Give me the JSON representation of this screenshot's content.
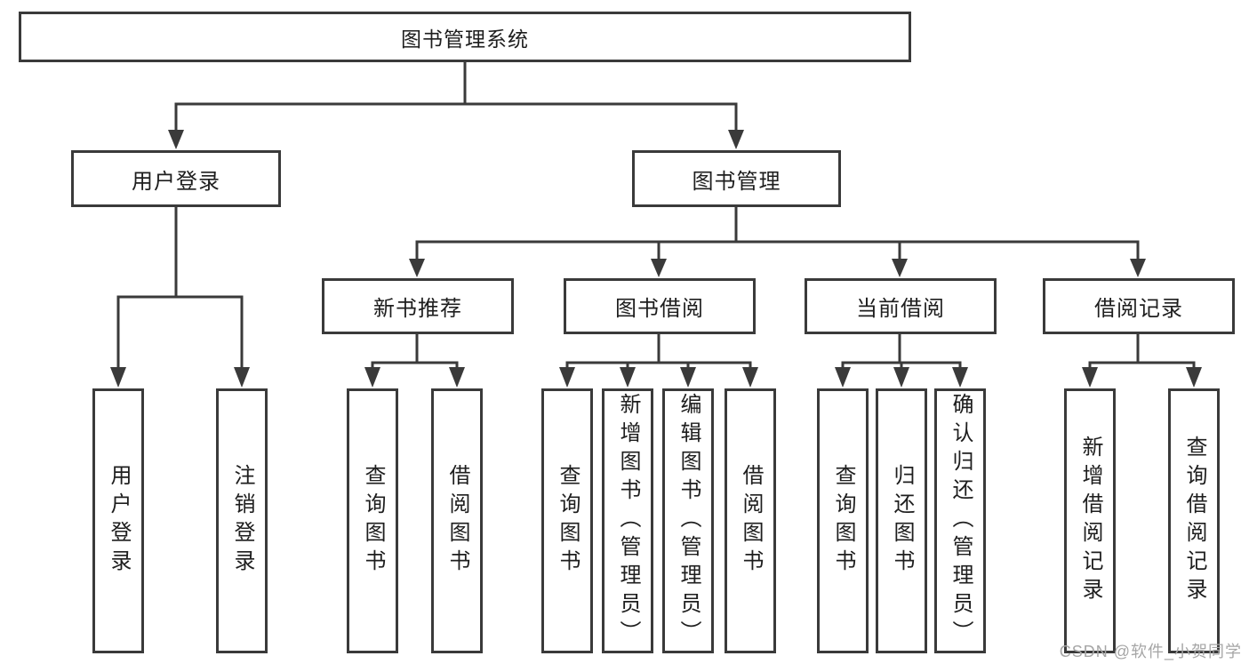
{
  "tree": {
    "root": {
      "label": "图书管理系统",
      "children": [
        {
          "label": "用户登录",
          "children": [
            {
              "label": "用户登录"
            },
            {
              "label": "注销登录"
            }
          ]
        },
        {
          "label": "图书管理",
          "children": [
            {
              "label": "新书推荐",
              "children": [
                {
                  "label": "查询图书"
                },
                {
                  "label": "借阅图书"
                }
              ]
            },
            {
              "label": "图书借阅",
              "children": [
                {
                  "label": "查询图书"
                },
                {
                  "label": "新增图书（管理员）"
                },
                {
                  "label": "编辑图书（管理员）"
                },
                {
                  "label": "借阅图书"
                }
              ]
            },
            {
              "label": "当前借阅",
              "children": [
                {
                  "label": "查询图书"
                },
                {
                  "label": "归还图书"
                },
                {
                  "label": "确认归还（管理员）"
                }
              ]
            },
            {
              "label": "借阅记录",
              "children": [
                {
                  "label": "新增借阅记录"
                },
                {
                  "label": "查询借阅记录"
                }
              ]
            }
          ]
        }
      ]
    }
  },
  "watermark": {
    "text": "CSDN @软件_小贺同学"
  },
  "colors": {
    "line": "#3a3a3a",
    "box_border": "#3a3a3a",
    "box_background": "#ffffff",
    "text": "#1e1e1e",
    "watermark": "#a6a6a6",
    "page_background": "#ffffff"
  }
}
